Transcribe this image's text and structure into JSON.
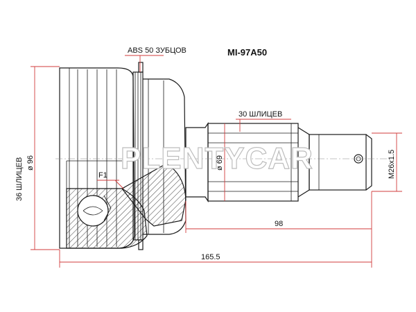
{
  "part_number": "MI-97A50",
  "labels": {
    "abs": "ABS 50 ЗУБЦОВ",
    "outer_splines": "30 ШЛИЦЕВ",
    "inner_splines": "36 ШЛИЦЕВ",
    "diameter_96": "ø 96",
    "diameter_69": "ø 69",
    "thread": "M26x1.5",
    "f1": "F1",
    "length_98": "98",
    "length_165": "165.5"
  },
  "watermark": "PLENTYCAR",
  "colors": {
    "dimension_line": "#d23b3b",
    "part_outline": "#1a1a1a",
    "watermark_outline": "#bdbdbd"
  }
}
